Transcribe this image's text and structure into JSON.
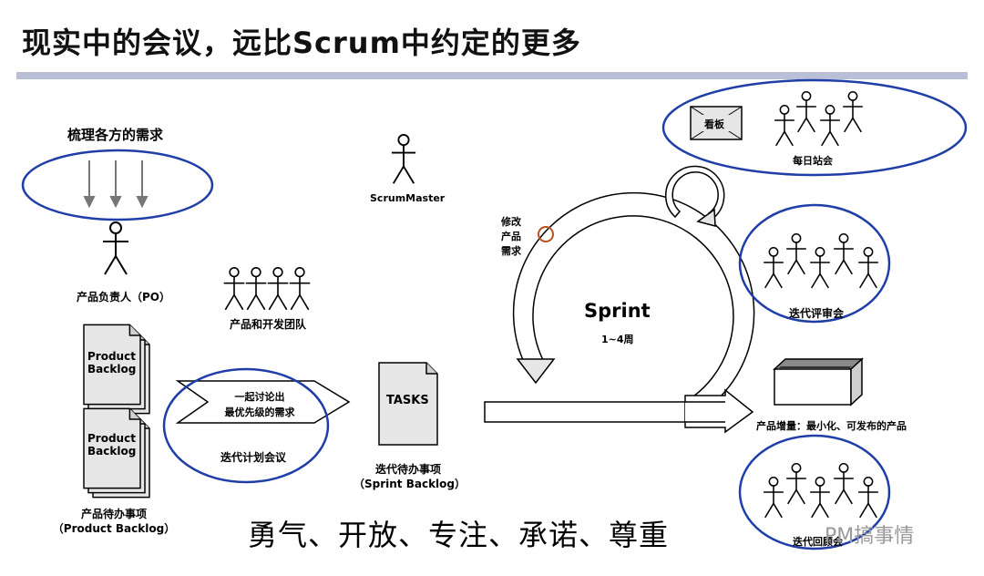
{
  "title": "现实中的会议，远比Scrum中约定的更多",
  "labels": {
    "gather_needs": "梳理各方的需求",
    "po": "产品负责人（PO）",
    "team": "产品和开发团队",
    "scrum_master": "ScrumMaster",
    "product_backlog_doc": "Product Backlog",
    "product_backlog_caption_1": "产品待办事项",
    "product_backlog_caption_2": "（Product Backlog）",
    "discuss_1": "一起讨论出",
    "discuss_2": "最优先级的需求",
    "planning_meeting": "迭代计划会议",
    "tasks": "TASKS",
    "sprint_backlog_1": "迭代待办事项",
    "sprint_backlog_2": "（Sprint Backlog）",
    "modify_1": "修改",
    "modify_2": "产品",
    "modify_3": "需求",
    "sprint": "Sprint",
    "sprint_duration": "1~4周",
    "kanban": "看板",
    "daily_standup": "每日站会",
    "review_meeting": "迭代评审会",
    "increment": "产品增量：最小化、可发布的产品",
    "retro_meeting": "迭代回顾会",
    "values": "勇气、开放、专注、承诺、尊重",
    "watermark": "PM搞事情"
  },
  "colors": {
    "ellipse": "#1f3ea8",
    "title_bar": "#b8bfd6",
    "modify_circle": "#b5521e"
  }
}
